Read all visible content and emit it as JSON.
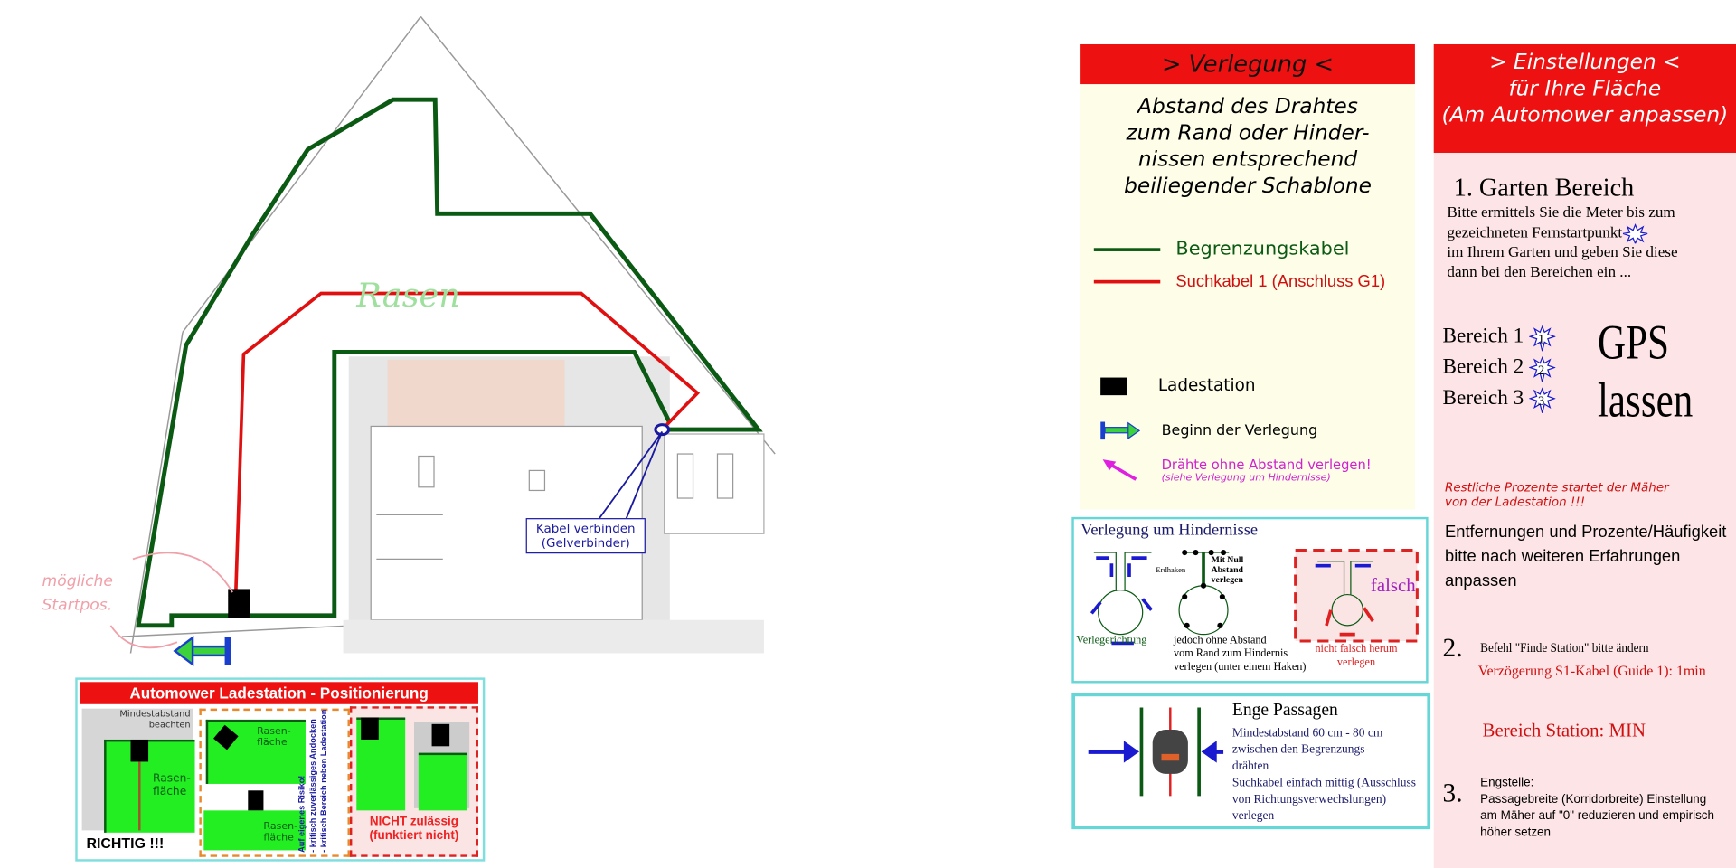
{
  "map": {
    "lawn_label": "Rasen",
    "start_note": [
      "mögliche",
      "Startpos."
    ],
    "connector_callout": [
      "Kabel verbinden",
      "(Gelverbinder)"
    ]
  },
  "positioning": {
    "title": "Automower Ladestation - Positionierung",
    "min_distance": [
      "Mindestabstand",
      "beachten"
    ],
    "lawn": [
      "Rasen-",
      "fläche"
    ],
    "correct": "RICHTIG !!!",
    "risk_note": [
      "Auf eigenes Risiko!",
      "- kritisch zuverlässiges Andocken",
      "- kritisch Bereich neben Ladestation"
    ],
    "not_allowed": [
      "NICHT zulässig",
      "(funktiert nicht)"
    ]
  },
  "verlegung": {
    "title": "> Verlegung <",
    "intro": [
      "Abstand des Drahtes",
      "zum Rand oder Hinder-",
      "nissen entsprechend",
      "beiliegender Schablone"
    ],
    "legend": {
      "boundary": "Begrenzungskabel",
      "guide": "Suchkabel 1 (Anschluss G1)",
      "station": "Ladestation",
      "start": "Beginn der Verlegung",
      "no_gap": "Drähte ohne Abstand verlegen!",
      "no_gap_note": "(siehe Verlegung um Hindernisse)"
    }
  },
  "obstacles": {
    "title": "Verlegung um Hindernisse",
    "direction": "Verlegerichtung",
    "hook": "Erdhaken",
    "zero": [
      "Mit Null",
      "Abstand",
      "verlegen"
    ],
    "note": [
      "jedoch ohne Abstand",
      "vom Rand zum Hindernis",
      "verlegen (unter einem Haken)"
    ],
    "wrong": "falsch",
    "wrong_note": [
      "nicht falsch herum",
      "verlegen"
    ]
  },
  "passages": {
    "title": "Enge Passagen",
    "lines": [
      "Mindestabstand 60 cm - 80 cm",
      "zwischen den Begrenzungs-",
      "drähten",
      "Suchkabel einfach mittig (Ausschluss",
      "von Richtungsverwechslungen) verlegen"
    ]
  },
  "settings": {
    "title": [
      "> Einstellungen <",
      "für Ihre Fläche",
      "(Am Automower anpassen)"
    ],
    "s1_title": "1. Garten Bereich",
    "s1_text": [
      "Bitte ermittels Sie die Meter bis zum",
      "gezeichneten Fernstartpunkt",
      "im Ihrem Garten und geben Sie diese",
      "dann bei den Bereichen ein ..."
    ],
    "areas": [
      {
        "label": "Bereich 1",
        "n": "1"
      },
      {
        "label": "Bereich 2",
        "n": "2"
      },
      {
        "label": "Bereich 3",
        "n": "3"
      }
    ],
    "gps": [
      "GPS",
      "lassen"
    ],
    "rest": [
      "Restliche Prozente  startet der Mäher",
      "von der Ladestation !!!"
    ],
    "adjust": [
      "Entfernungen und Prozente/Häufigkeit",
      "bitte nach weiteren Erfahrungen anpassen"
    ],
    "s2_num": "2.",
    "s2_text": "Befehl \"Finde Station\" bitte ändern",
    "s2_red": "Verzögerung S1-Kabel (Guide 1): 1min",
    "s2_station": "Bereich Station: MIN",
    "s3_num": "3.",
    "s3_lines": [
      "Engstelle:",
      "Passagebreite (Korridorbreite) Einstellung",
      "am Mäher auf \"0\" reduzieren und empirisch",
      "höher setzen"
    ]
  },
  "colors": {
    "boundary": "#0b5a14",
    "guide": "#e01010",
    "header": "#ee1111",
    "panel_yellow": "#fdfde8",
    "panel_pink": "#fde4e6",
    "cyan": "#66d6d6"
  }
}
